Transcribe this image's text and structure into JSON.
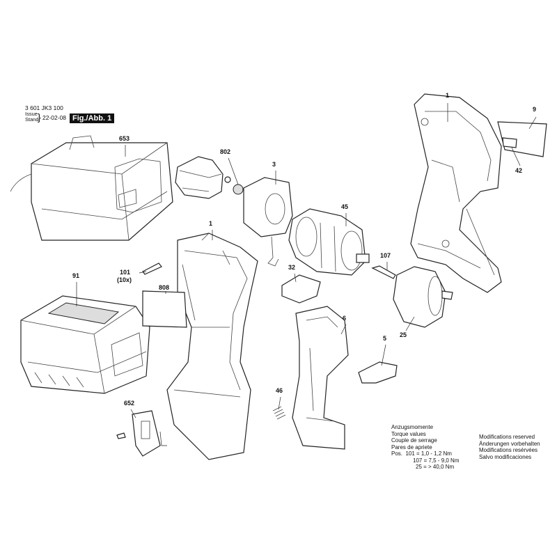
{
  "header": {
    "part_number": "3 601 JK3 100",
    "issue_label": "Issue",
    "stand_label": "Stand",
    "date": "22-02-08",
    "figure": "Fig./Abb. 1"
  },
  "parts": {
    "housing_right": "1",
    "label_9": "9",
    "label_42": "42",
    "charger": "653",
    "gear_802": "802",
    "motor_3": "3",
    "gearbox_45": "45",
    "housing_left": "1",
    "screw_107": "107",
    "screw_101": "101",
    "screw_101_qty": "(10x)",
    "label_808": "808",
    "switch_cover_32": "32",
    "battery_91": "91",
    "switch_6": "6",
    "slider_5": "5",
    "chuck_25": "25",
    "spring_46": "46",
    "clip_652": "652"
  },
  "torque": {
    "lines": [
      "Anzugsmomente",
      "Torque values",
      "Couple de serrage",
      "Pares de apriete"
    ],
    "pos_label": "Pos.",
    "values": [
      "101 = 1,0 - 1,2 Nm",
      "107 = 7,5 - 9,0 Nm",
      "25 = > 40,0 Nm"
    ]
  },
  "modifications": [
    "Modifications reserved",
    "Änderungen vorbehalten",
    "Modifications resérvées",
    "Salvo modificaciones"
  ]
}
